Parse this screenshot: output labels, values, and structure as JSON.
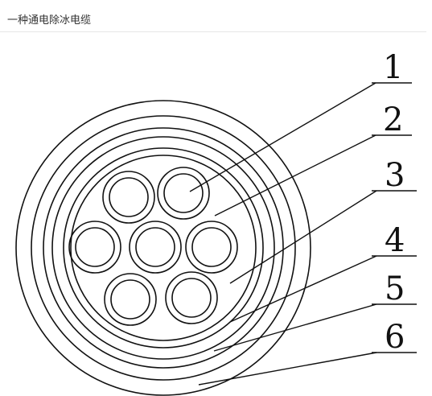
{
  "page": {
    "title": "一种通电除冰电缆"
  },
  "figure": {
    "labels": [
      "1",
      "2",
      "3",
      "4",
      "5",
      "6"
    ]
  }
}
